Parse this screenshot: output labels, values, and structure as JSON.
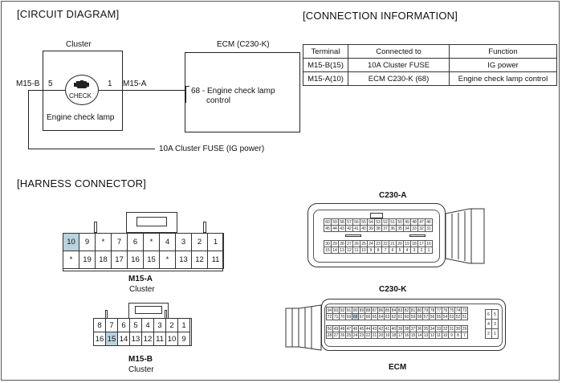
{
  "sections": {
    "circuit": "[CIRCUIT DIAGRAM]",
    "connection": "[CONNECTION INFORMATION]",
    "harness": "[HARNESS CONNECTOR]"
  },
  "circuit": {
    "cluster_title": "Cluster",
    "ecm_title": "ECM (C230-K)",
    "lamp_badge": "CHECK",
    "lamp_label": "Engine check lamp",
    "pin_left": "5",
    "pin_right": "1",
    "conn_left": "M15-B",
    "conn_right": "M15-A",
    "ecm_pin_line1": "68 - Engine check lamp",
    "ecm_pin_line2": "control",
    "fuse_label": "10A Cluster FUSE (IG power)"
  },
  "conn_table": {
    "headers": [
      "Terminal",
      "Connected to",
      "Function"
    ],
    "rows": [
      [
        "M15-B(15)",
        "10A Cluster FUSE",
        "IG power"
      ],
      [
        "M15-A(10)",
        "ECM C230-K (68)",
        "Engine check lamp control"
      ]
    ]
  },
  "harness": {
    "m15a": {
      "row1": [
        "10",
        "9",
        "*",
        "7",
        "6",
        "*",
        "4",
        "3",
        "2",
        "1"
      ],
      "row2": [
        "*",
        "19",
        "18",
        "17",
        "16",
        "15",
        "*",
        "13",
        "12",
        "11"
      ],
      "name": "M15-A",
      "sub": "Cluster"
    },
    "m15b": {
      "row1": [
        "8",
        "7",
        "6",
        "5",
        "4",
        "3",
        "2",
        "1"
      ],
      "row2": [
        "16",
        "15",
        "14",
        "13",
        "12",
        "11",
        "10",
        "9"
      ],
      "name": "M15-B",
      "sub": "Cluster"
    },
    "c230a": {
      "name": "C230-A",
      "top1": [
        "60",
        "59",
        "58",
        "57",
        "56",
        "55",
        "54",
        "53",
        "52",
        "51",
        "50",
        "49",
        "48",
        "47",
        "46"
      ],
      "top2": [
        "45",
        "44",
        "43",
        "42",
        "41",
        "40",
        "39",
        "38",
        "37",
        "36",
        "35",
        "34",
        "33",
        "32",
        "31"
      ],
      "bot1": [
        "30",
        "29",
        "28",
        "27",
        "26",
        "25",
        "24",
        "23",
        "22",
        "21",
        "20",
        "19",
        "18",
        "17",
        "16"
      ],
      "bot2": [
        "15",
        "14",
        "13",
        "12",
        "11",
        "10",
        "9",
        "8",
        "7",
        "6",
        "5",
        "4",
        "3",
        "2",
        "1"
      ]
    },
    "c230k": {
      "name": "C230-K",
      "sub": "ECM",
      "r1": [
        "94",
        "93",
        "92",
        "91",
        "90",
        "89",
        "88",
        "87",
        "86",
        "85",
        "84",
        "83",
        "82",
        "81",
        "80",
        "79",
        "78",
        "77",
        "76",
        "75",
        "74",
        "73"
      ],
      "r2": [
        "72",
        "71",
        "70",
        "69",
        "68",
        "67",
        "66",
        "65",
        "64",
        "63",
        "62",
        "61",
        "60",
        "59",
        "58",
        "57",
        "56",
        "55",
        "54",
        "53",
        "52",
        "51"
      ],
      "r3": [
        "50",
        "49",
        "48",
        "47",
        "46",
        "45",
        "44",
        "43",
        "42",
        "41",
        "40",
        "39",
        "38",
        "37",
        "36",
        "35",
        "34",
        "33",
        "32",
        "31",
        "30",
        "29"
      ],
      "r4": [
        "28",
        "27",
        "26",
        "25",
        "24",
        "23",
        "22",
        "21",
        "20",
        "19",
        "18",
        "17",
        "16",
        "15",
        "14",
        "13",
        "12",
        "11",
        "10",
        "9",
        "8",
        "7"
      ],
      "side": [
        "6",
        "5",
        "4",
        "3",
        "2",
        "1"
      ]
    }
  }
}
